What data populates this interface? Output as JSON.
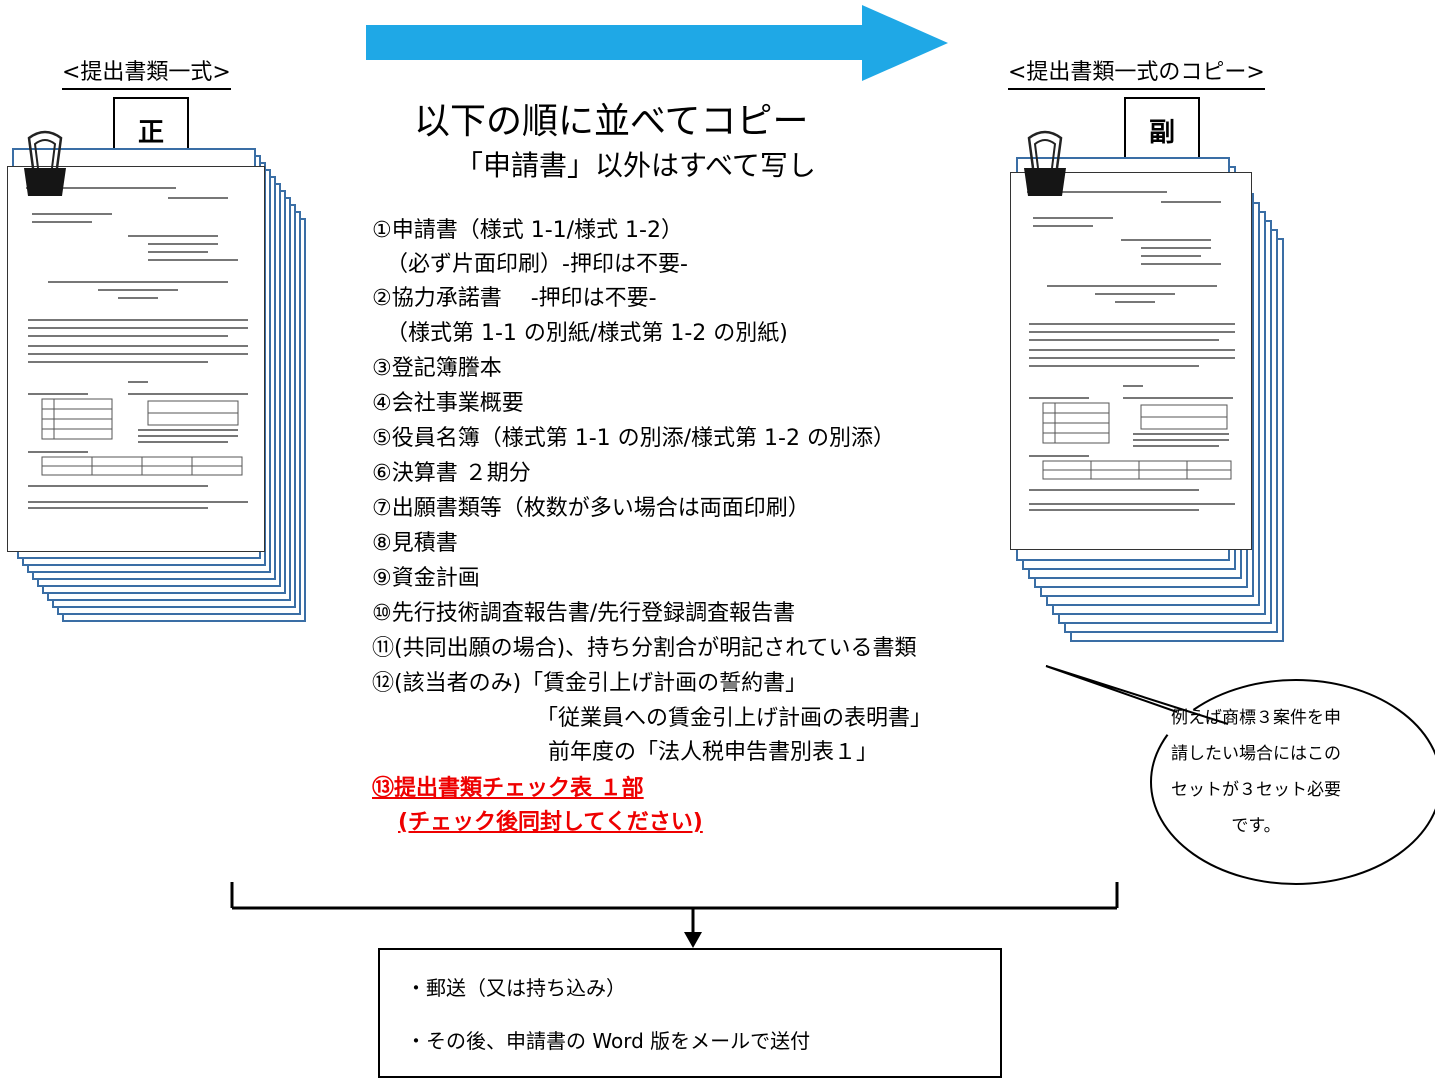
{
  "left": {
    "caption": "<提出書類一式>",
    "tag": "正"
  },
  "right": {
    "caption": "<提出書類一式のコピー>",
    "tag": "副"
  },
  "center": {
    "title": "以下の順に並べてコピー",
    "subtitle": "「申請書」以外はすべて写し"
  },
  "items": [
    "①申請書（様式 1-1/様式 1-2）",
    "（必ず片面印刷）-押印は不要-",
    "②協力承諾書　 -押印は不要-",
    "（様式第 1-1 の別紙/様式第 1-2 の別紙)",
    "③登記簿謄本",
    "④会社事業概要",
    "⑤役員名簿（様式第 1-1 の別添/様式第 1-2 の別添）",
    "⑥決算書 ２期分",
    "⑦出願書類等（枚数が多い場合は両面印刷）",
    "⑧見積書",
    "⑨資金計画",
    "⑩先行技術調査報告書/先行登録調査報告書",
    "⑪(共同出願の場合)、持ち分割合が明記されている書類",
    "⑫(該当者のみ)「賃金引上げ計画の誓約書」",
    "「従業員への賃金引上げ計画の表明書」",
    "前年度の「法人税申告書別表１」"
  ],
  "red_items": [
    "⑬提出書類チェック表 １部",
    "(チェック後同封してください)"
  ],
  "bubble": {
    "lines": [
      "例えば商標３案件を申",
      "請したい場合にはこの",
      "セットが３セット必要",
      "です。"
    ]
  },
  "bottom": {
    "line1": "・郵送（又は持ち込み）",
    "line2": "・その後、申請書の Word 版をメールで送付"
  },
  "colors": {
    "arrow": "#1fa8e6",
    "stack_border": "#3a6ea5",
    "red_text": "#ee0000"
  }
}
